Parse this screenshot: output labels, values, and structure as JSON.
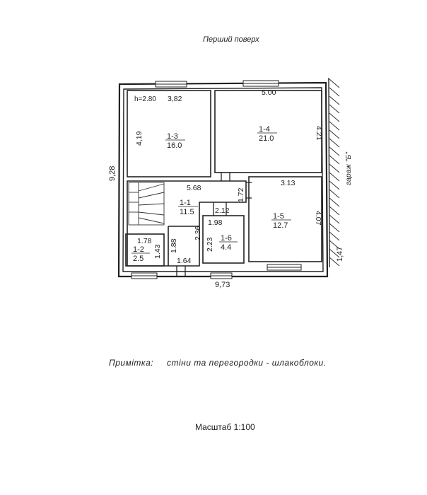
{
  "title": "Перший поверх",
  "ceiling_height": "h=2.80",
  "garage_label": "гараж \"Б\"",
  "overall": {
    "width": "9,73",
    "height": "9,28",
    "side": "1,47"
  },
  "rooms": [
    {
      "id": "1-1",
      "area": "11.5"
    },
    {
      "id": "1-2",
      "area": "2.5"
    },
    {
      "id": "1-3",
      "area": "16.0"
    },
    {
      "id": "1-4",
      "area": "21.0"
    },
    {
      "id": "1-5",
      "area": "12.7"
    },
    {
      "id": "1-6",
      "area": "4.4"
    }
  ],
  "dimensions": {
    "room3_top": "3,82",
    "room3_left": "4,19",
    "room4_top": "5.00",
    "room4_right": "4.21",
    "room5_top": "3.13",
    "room5_right": "4.07",
    "hall_top": "5.68",
    "hall_right": "1.72",
    "hall_inner_top": "2.12",
    "hall_bottom": "1.64",
    "room6_top": "1.98",
    "room6_left": "2.23",
    "hall_mid": "2.36",
    "room2_top": "1.78",
    "room2_right": "1.43",
    "stair_side": "1.88"
  },
  "note": {
    "label": "Примітка:",
    "text": "стіни та перегородки - шлакоблоки."
  },
  "scale": "Масштаб 1:100"
}
